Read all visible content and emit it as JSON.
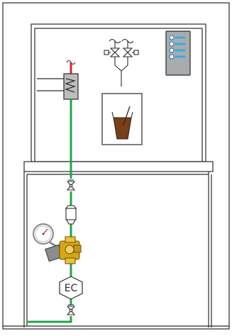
{
  "diagram": {
    "ec_label": "EC",
    "colors": {
      "pipe_supply": "#22a54a",
      "pipe_hot": "#d9252a",
      "outline": "#2a2a2a",
      "heater_fill": "#bdbdbd",
      "panel_fill": "#a9acae",
      "panel_led": "#3aa9e0",
      "liquid": "#7a3f16",
      "brass": "#d6a617",
      "gauge_face": "#f3f3f3"
    },
    "components": [
      "outer-frame",
      "upper-cabinet",
      "countertop",
      "lower-cabinet",
      "control-panel",
      "mixing-valves",
      "instantaneous-heater",
      "cup-dispenser",
      "isolation-valve",
      "filter-housing",
      "pressure-gauge",
      "pressure-regulator",
      "ec-check-valve"
    ]
  }
}
